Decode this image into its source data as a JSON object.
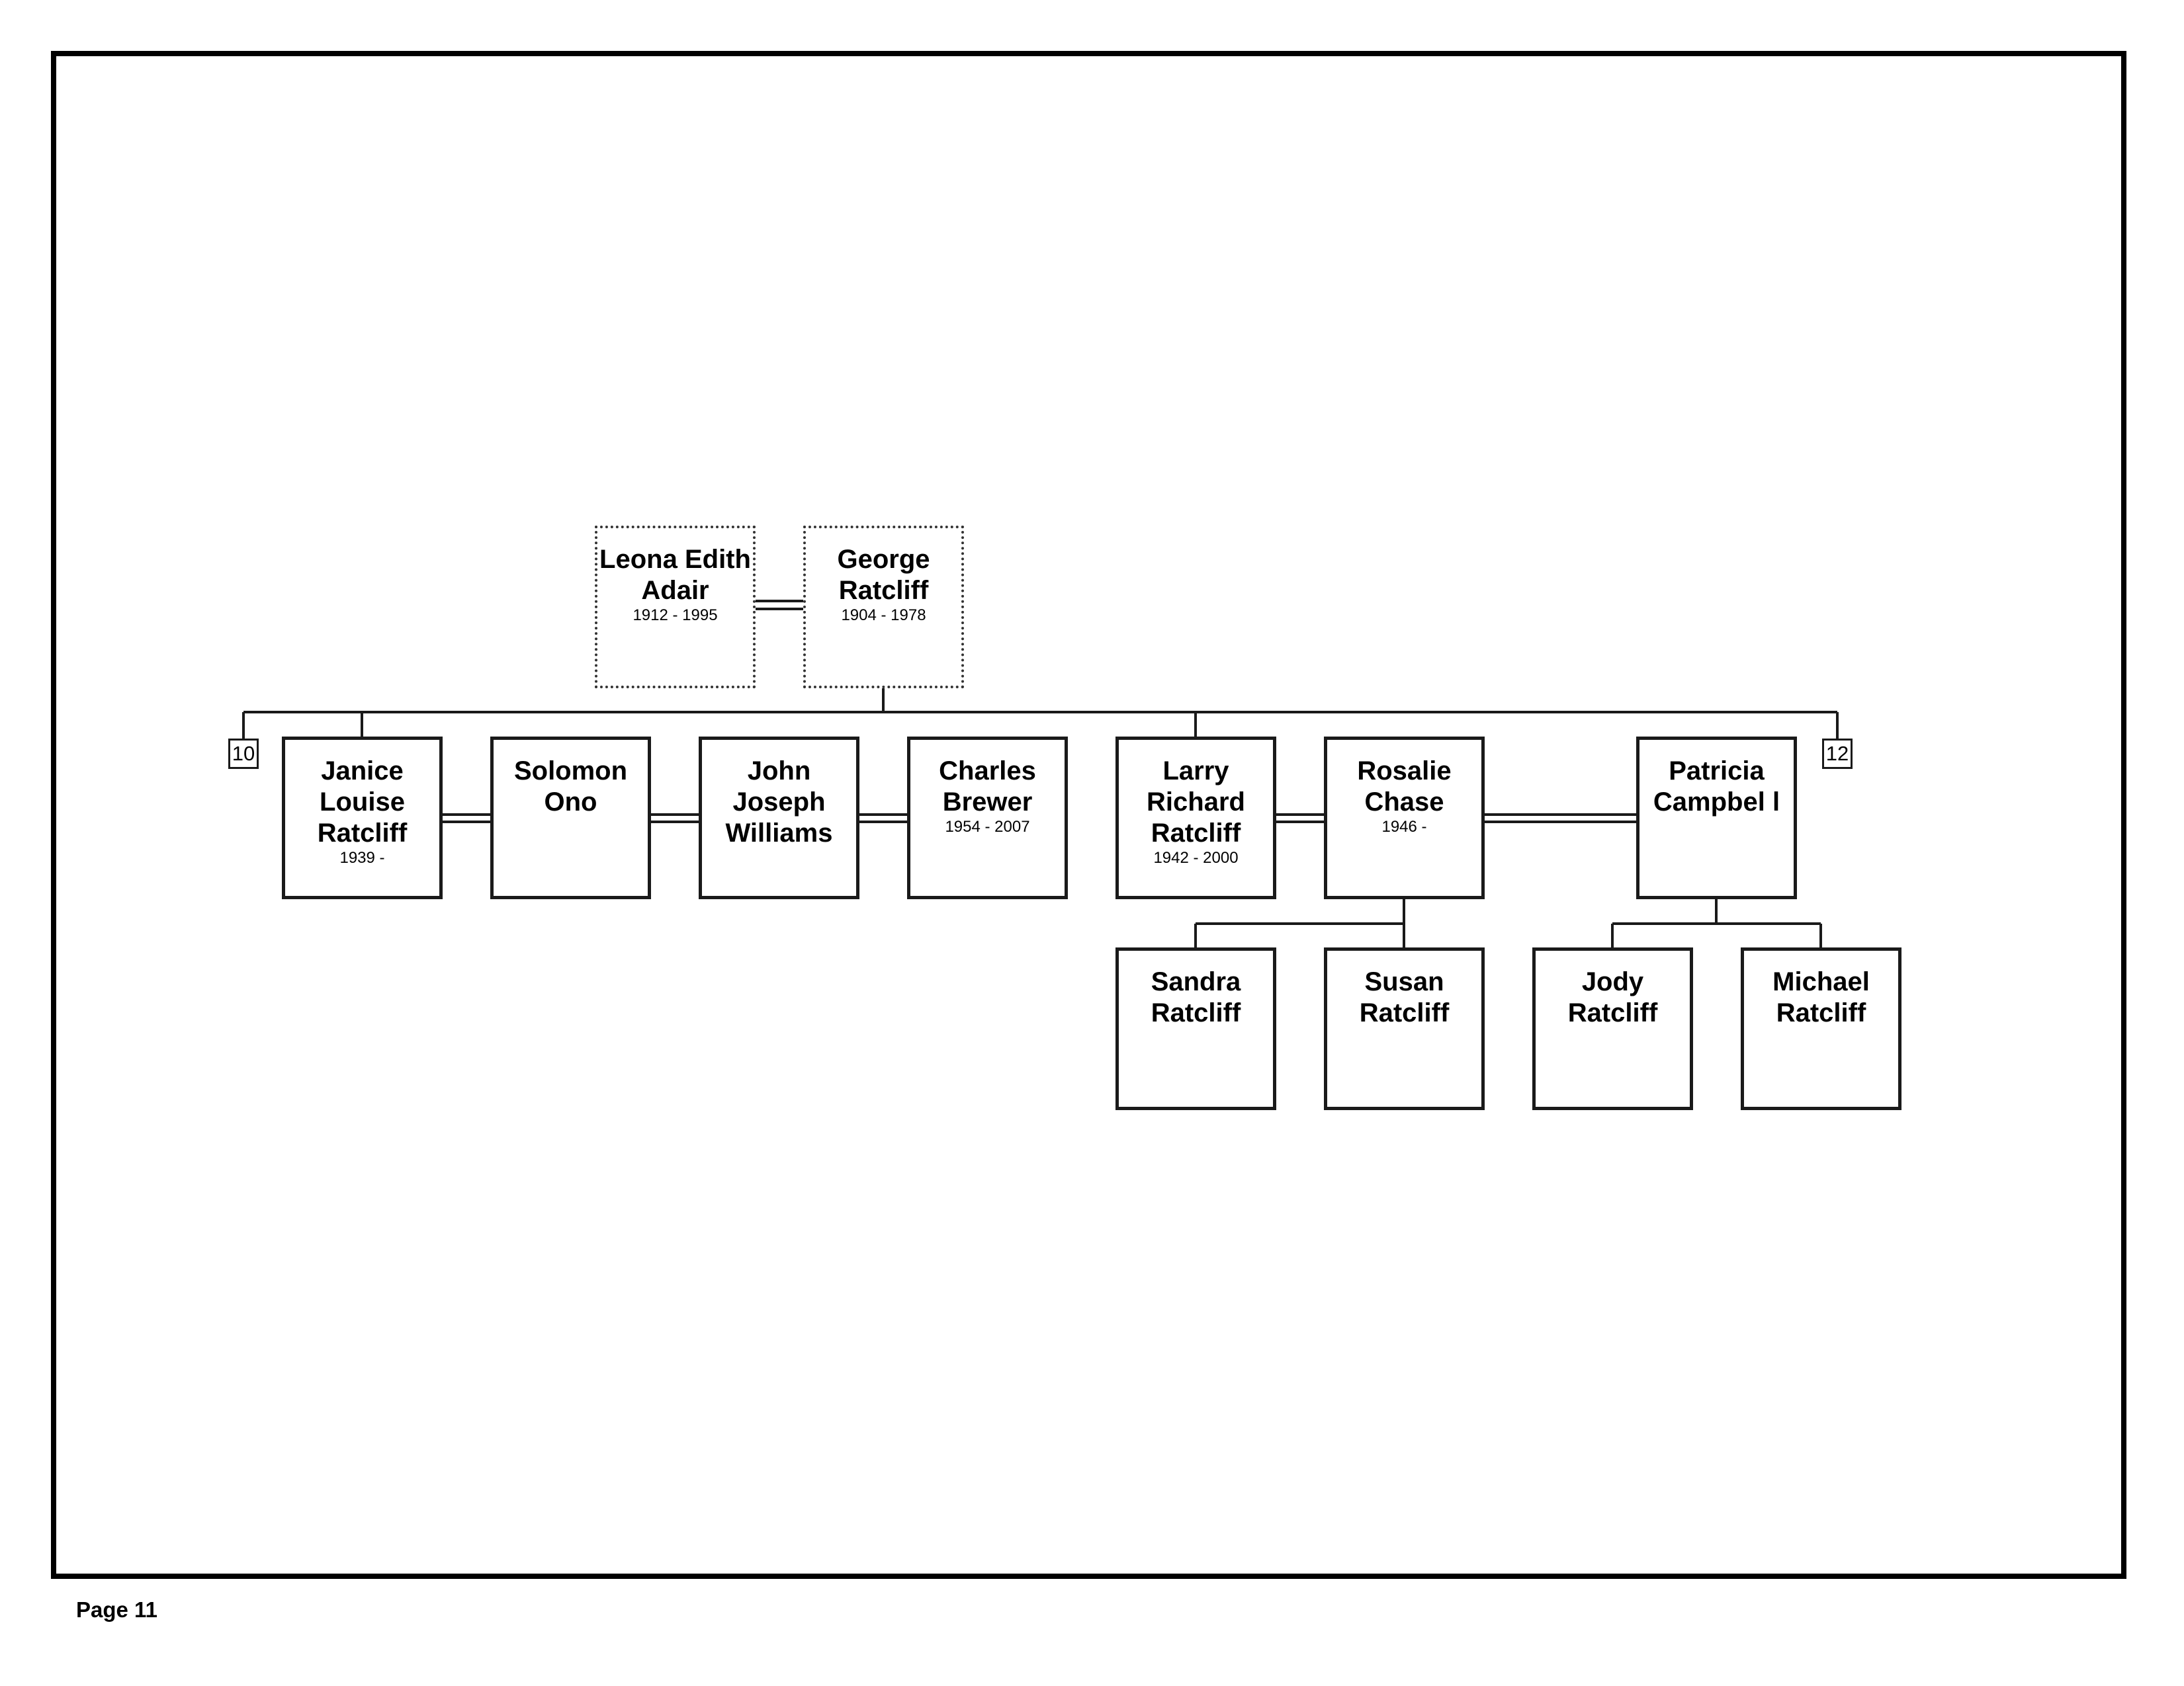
{
  "people": {
    "leona": {
      "name": "Leona Edith Adair",
      "dates": "1912 - 1995"
    },
    "george": {
      "name": "George Ratcliff",
      "dates": "1904 - 1978"
    },
    "janice": {
      "name": "Janice Louise Ratcliff",
      "dates": "1939 -"
    },
    "solomon": {
      "name": "Solomon Ono",
      "dates": ""
    },
    "john": {
      "name": "John Joseph Williams",
      "dates": ""
    },
    "charles": {
      "name": "Charles Brewer",
      "dates": "1954 - 2007"
    },
    "larry": {
      "name": "Larry Richard Ratcliff",
      "dates": "1942 - 2000"
    },
    "rosalie": {
      "name": "Rosalie Chase",
      "dates": "1946 -"
    },
    "patricia": {
      "name": "Patricia Campbel l",
      "dates": ""
    },
    "sandra": {
      "name": "Sandra Ratcliff",
      "dates": ""
    },
    "susan": {
      "name": "Susan Ratcliff",
      "dates": ""
    },
    "jody": {
      "name": "Jody Ratcliff",
      "dates": ""
    },
    "michael": {
      "name": "Michael Ratcliff",
      "dates": ""
    }
  },
  "page_refs": {
    "left": "10",
    "right": "12"
  },
  "footer": {
    "page_label": "Page 11"
  }
}
